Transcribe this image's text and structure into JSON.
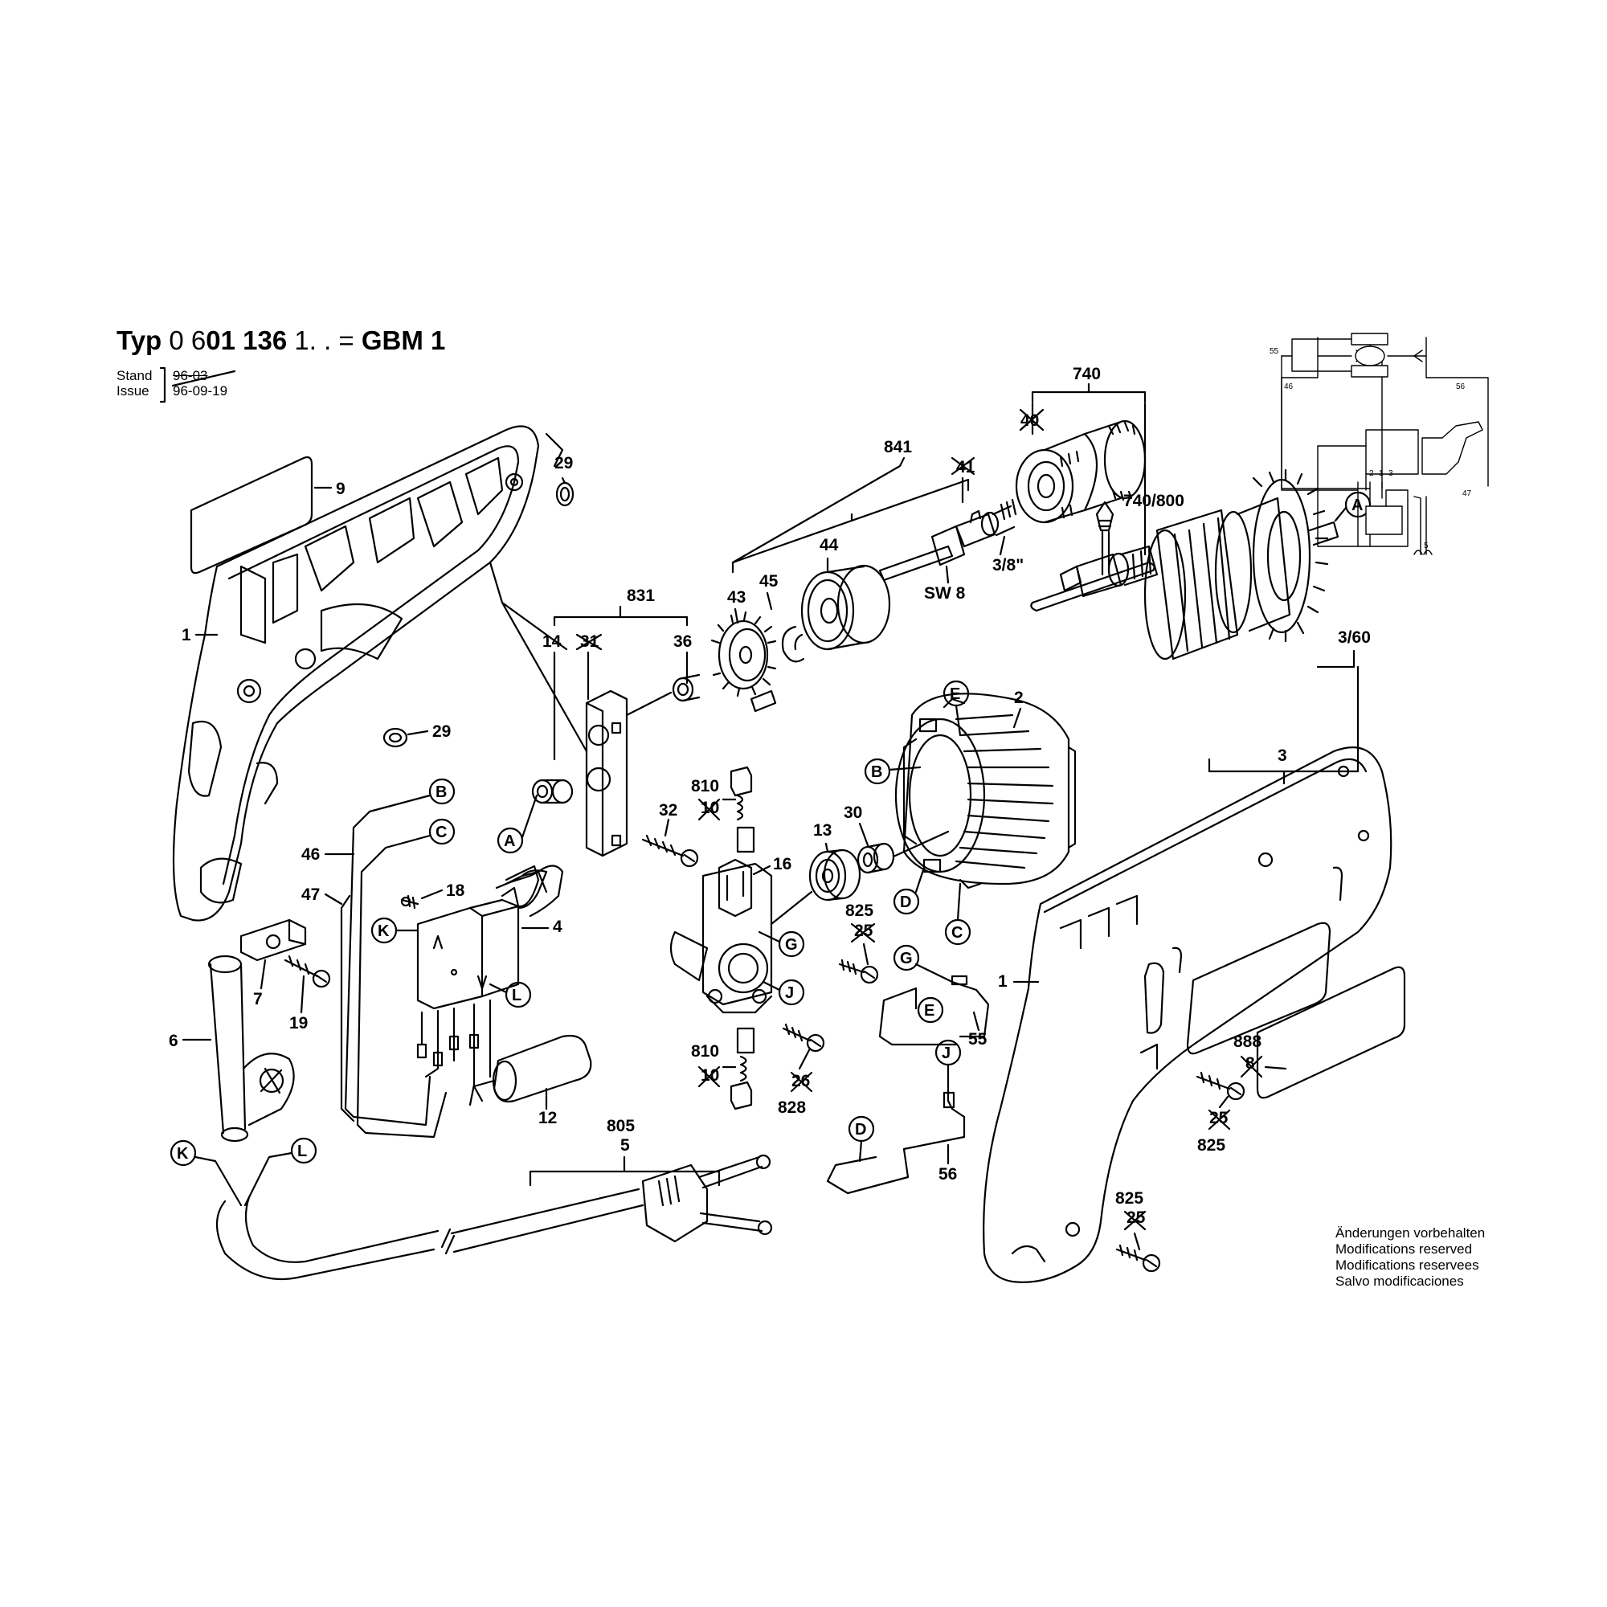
{
  "header": {
    "typ_word": "Typ",
    "number_light": "0 6",
    "number_bold": "01 136",
    "number_tail": "1. . =",
    "model": "GBM 1",
    "stand_label": "Stand",
    "issue_label": "Issue",
    "stand_value": "96-03",
    "issue_value": "96-09-19"
  },
  "modifications": [
    "Änderungen vorbehalten",
    "Modifications reserved",
    "Modifications reservees",
    "Salvo modificaciones"
  ],
  "part_labels": {
    "p9": "9",
    "p29a": "29",
    "p29b": "29",
    "p1a": "1",
    "p1b": "1",
    "p831": "831",
    "p14": "14",
    "p31": "31",
    "p36": "36",
    "p841": "841",
    "p41": "41",
    "p43": "43",
    "p45": "45",
    "p44": "44",
    "p740": "740",
    "p40": "40",
    "p740_800": "740/800",
    "p3_8": "3/8\"",
    "psw8": "SW 8",
    "p3_60": "3/60",
    "p3": "3",
    "p2": "2",
    "p32": "32",
    "p810a": "810",
    "p10a": "10",
    "p16": "16",
    "p13": "13",
    "p30": "30",
    "p825a": "825",
    "p25a": "25",
    "p18": "18",
    "p4": "4",
    "p46": "46",
    "p47": "47",
    "p7": "7",
    "p19": "19",
    "p6": "6",
    "p12": "12",
    "p810b": "810",
    "p10b": "10",
    "p26": "26",
    "p828": "828",
    "p55": "55",
    "p56": "56",
    "p805": "805",
    "p5": "5",
    "p888": "888",
    "p8": "8",
    "p25b": "25",
    "p825b": "825",
    "p825c": "825",
    "p25c": "25"
  },
  "connector_letters": {
    "A1": "A",
    "A2": "A",
    "B1": "B",
    "B2": "B",
    "C1": "C",
    "C2": "C",
    "D1": "D",
    "D2": "D",
    "E1": "E",
    "E2": "E",
    "G1": "G",
    "G2": "G",
    "J1": "J",
    "J2": "J",
    "K1": "K",
    "K2": "K",
    "L1": "L",
    "L2": "L"
  },
  "schematic_labels": {
    "s55": "55",
    "s46": "46",
    "s56": "56",
    "s47": "47",
    "s5": "5",
    "s2": "2",
    "s1": "1",
    "s3": "3"
  }
}
